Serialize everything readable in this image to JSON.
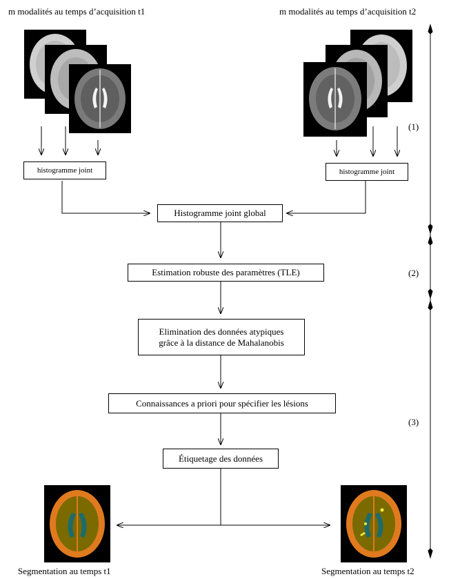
{
  "headers": {
    "left": "m modalités au temps d’acquisition t1",
    "right": "m modalités au temps d’acquisition t2"
  },
  "boxes": {
    "hist_left": "histogramme joint",
    "hist_right": "histogramme joint",
    "global": "Histogramme joint global",
    "tle": "Estimation robuste des paramètres (TLE)",
    "elim_line1": "Elimination des données atypiques",
    "elim_line2": "grâce à la distance de Mahalanobis",
    "apriori": "Connaissances a priori pour spécifier les lésions",
    "label": "Étiquetage des données"
  },
  "stages": {
    "s1": "(1)",
    "s2": "(2)",
    "s3": "(3)"
  },
  "footers": {
    "left": "Segmentation au temps t1",
    "right": "Segmentation au temps t2"
  },
  "colors": {
    "brain_gray_light": "#c8c8c8",
    "brain_gray_dark": "#6a6a6a",
    "seg_gm": "#e07a1f",
    "seg_wm": "#7a6a00",
    "seg_csf": "#1e6b6b",
    "seg_lesion": "#f2ea3a"
  }
}
